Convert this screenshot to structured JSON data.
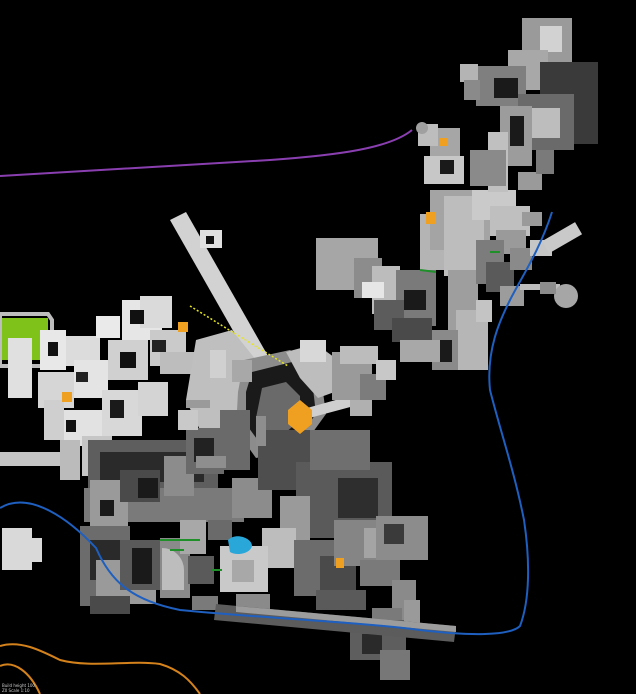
{
  "map": {
    "background": "#000000",
    "colors": {
      "white": "#e6e6e6",
      "light": "#c8c8c8",
      "mid": "#9c9c9c",
      "dark": "#6e6e6e",
      "darker": "#4a4a4a",
      "darkest": "#333333",
      "grass": "#7fc31a",
      "water": "#29a7d8",
      "marker": "#f0a020",
      "blue_route": "#1e5fbf",
      "purple_route": "#8a3fb0",
      "orange_route": "#d4821c",
      "green_line": "#1f8f2a",
      "yellow_line": "#e6e61e"
    },
    "routes": [
      "blue-route",
      "purple-route",
      "orange-route",
      "yellow-dotted-line"
    ],
    "markers": [
      "orange-marker",
      "water-pool",
      "grass-area"
    ],
    "footer": {
      "line1": "Build height 100",
      "line2": "Z0 Scale 1:10"
    }
  }
}
